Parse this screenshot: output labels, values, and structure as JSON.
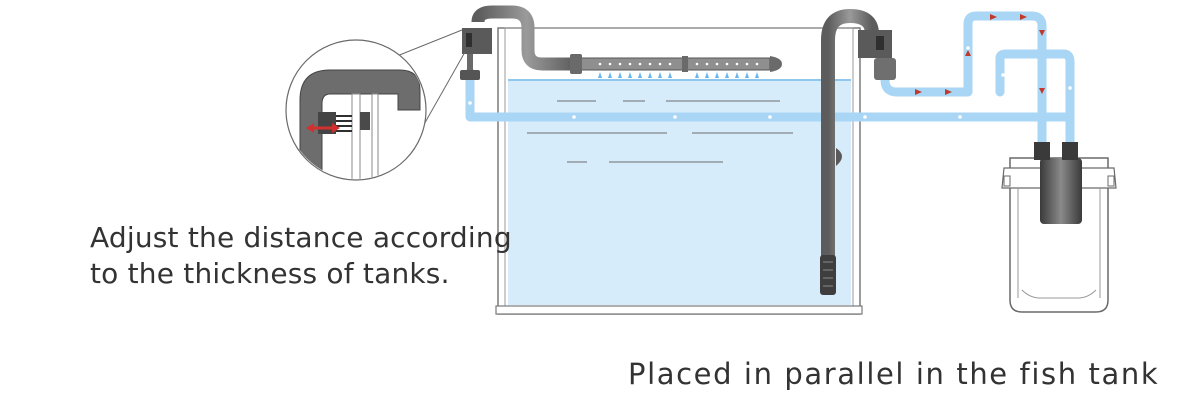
{
  "diagram": {
    "caption_adjust_line1": "Adjust the distance according",
    "caption_adjust_line2": "to the thickness of tanks.",
    "caption_parallel": "Placed in parallel in the fish tank"
  },
  "colors": {
    "water": "#d6ecfb",
    "water_pipe": "#a9d6f4",
    "pipe_gray": "#7d7d7d",
    "pipe_dark": "#4a4a4a",
    "flow_arrow": "#c0392b",
    "adjust_arrow": "#d32f2f",
    "spray": "#6bb6ec",
    "text": "#333333"
  }
}
